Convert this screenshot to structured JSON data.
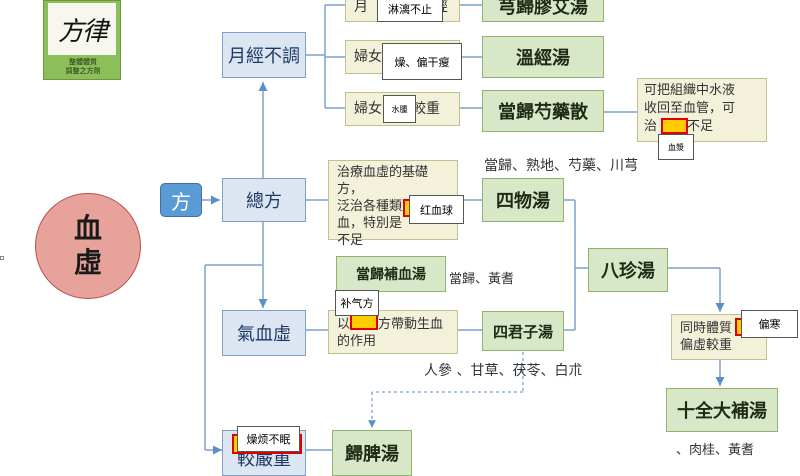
{
  "logo": {
    "glyphs": "方律",
    "caption_line1": "整體體質",
    "caption_line2": "調整之方劑"
  },
  "main": {
    "xue": "血",
    "xu": "虛",
    "fang": "方"
  },
  "nodes": {
    "menstrual": "月經不調",
    "general": "總方",
    "qixue": "氣血虛",
    "strict": "較嚴重"
  },
  "formulas": {
    "xiaogui": "芎歸膠艾湯",
    "wenjing": "溫經湯",
    "danggui_shaoyao": "當歸芍藥散",
    "siwu": "四物湯",
    "danggui_buxue": "當歸補血湯",
    "bazhen": "八珍湯",
    "sijunzi": "四君子湯",
    "shiquan": "十全大補湯",
    "guipi": "歸脾湯"
  },
  "texts": {
    "women1_a": "月",
    "women1_b": "經",
    "women2": "婦女",
    "women3_a": "婦女",
    "women3_b": "較重",
    "collect_line1": "可把組織中水液",
    "collect_line2": "收回至血管，可",
    "collect_line3_a": "治",
    "collect_line3_b": "不足",
    "basic_line1": "治療血虛的基礎方，",
    "basic_line2": "泛治各種類型的貧",
    "basic_line3": "血，特別是",
    "basic_line4": "不足",
    "qi_line1_a": "以",
    "qi_line1_b": "方帶動生血",
    "qi_line2": "的作用",
    "tongshi_line1": "同時體質",
    "tongshi_line2": "偏虛較重"
  },
  "notes": {
    "linli": "淋漓不止",
    "zaokou": "燥、偏干瘦",
    "shuizhong": "水腫",
    "xuejiang": "血漿",
    "hongxueqiu": "红血球",
    "buqifang": "补气方",
    "pianhan": "偏寒",
    "zaofan": "燥烦不眠"
  },
  "ingredients": {
    "siwu": "當歸、熟地、芍藥、川芎",
    "buxue": "當歸、黃耆",
    "sijunzi": "人參 、甘草、茯苓、白朮",
    "shiquan": "、肉桂、黃耆"
  },
  "colors": {
    "circle": "#e8a29c",
    "blue_fill": "#dce6f2",
    "green_fill": "#d8e7c8",
    "cream_fill": "#f3f1da",
    "fang_fill": "#5b9bd5",
    "highlight": "#ffcc00",
    "highlight_border": "#e00000"
  }
}
